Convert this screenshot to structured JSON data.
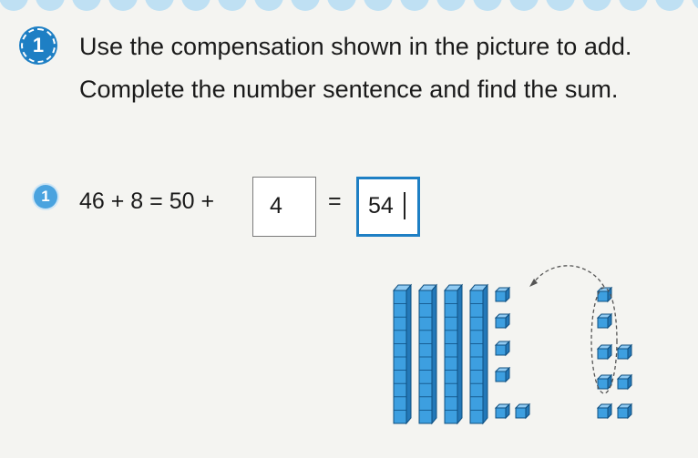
{
  "question": {
    "number": "1",
    "text": "Use the compensation shown in the picture to add. Complete the number sentence and find the sum."
  },
  "problem": {
    "number": "1",
    "first_term": "46 + 8 = 50 +",
    "answer_box_value": "4",
    "equals": "=",
    "sum_value": "54"
  },
  "colors": {
    "accent": "#1e7fc4",
    "cube": "#3d9fe0",
    "badge_light": "#4aa3df",
    "background": "#f4f4f1"
  }
}
